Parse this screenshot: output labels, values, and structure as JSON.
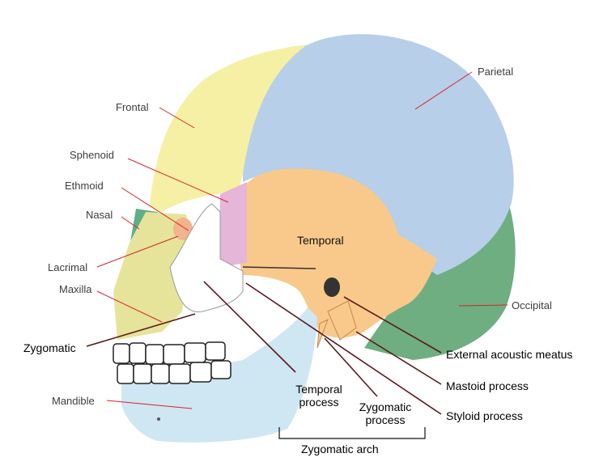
{
  "labels": {
    "parietal": "Parietal",
    "frontal": "Frontal",
    "sphenoid": "Sphenoid",
    "ethmoid": "Ethmoid",
    "nasal": "Nasal",
    "lacrimal": "Lacrimal",
    "maxilla": "Maxilla",
    "zygomatic": "Zygomatic",
    "mandible": "Mandible",
    "temporal": "Temporal",
    "occipital": "Occipital",
    "external_acoustic_meatus": "External acoustic meatus",
    "mastoid_process": "Mastoid process",
    "styloid_process": "Styloid process",
    "temporal_process_1": "Temporal",
    "temporal_process_2": "process",
    "zygomatic_process_1": "Zygomatic",
    "zygomatic_process_2": "process",
    "zygomatic_arch": "Zygomatic arch"
  },
  "colors": {
    "parietal": "#b7cfe8",
    "frontal": "#f5f0a4",
    "temporal": "#f9c98b",
    "sphenoid": "#e6b6d8",
    "occipital": "#6fae80",
    "nasal": "#5fae86",
    "maxilla": "#e6e49a",
    "zygomatic": "#ffffff",
    "mandible": "#cfe6f3",
    "lacrimal": "#f2b48c",
    "leader_red": "#d8232a",
    "leader_dark": "#5a1a1a"
  }
}
